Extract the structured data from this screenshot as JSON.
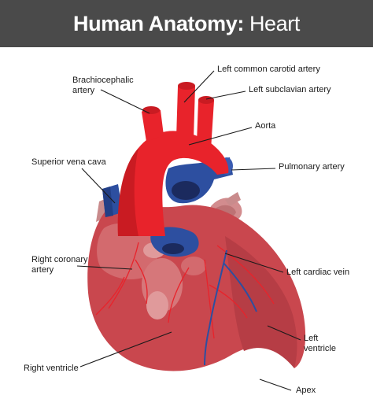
{
  "title": {
    "bold": "Human Anatomy:",
    "light": "Heart"
  },
  "labels": {
    "brachiocephalic_line1": "Brachiocephalic",
    "brachiocephalic_line2": "artery",
    "left_common_carotid": "Left common carotid artery",
    "left_subclavian": "Left subclavian artery",
    "aorta": "Aorta",
    "superior_vena_cava": "Superior vena cava",
    "pulmonary_artery": "Pulmonary artery",
    "right_coronary_line1": "Right coronary",
    "right_coronary_line2": "artery",
    "left_cardiac_vein": "Left cardiac vein",
    "left_ventricle_line1": "Left",
    "left_ventricle_line2": "ventricle",
    "right_ventricle": "Right ventricle",
    "apex": "Apex"
  },
  "colors": {
    "header_bg": "#4a4a4a",
    "heart_body": "#c9474e",
    "heart_shadow": "#a83840",
    "heart_highlight": "#dd8486",
    "aorta_red": "#e8232b",
    "vein_blue": "#2d4fa0",
    "vessel_dark": "#1b2a5e",
    "atrium_pink": "#d28c8e"
  }
}
